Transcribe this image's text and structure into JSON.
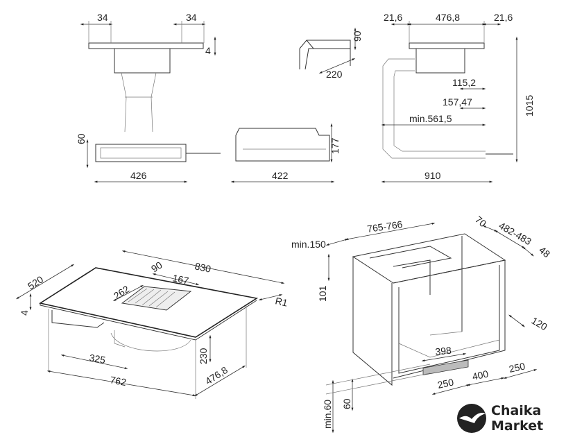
{
  "drawing": {
    "top_left": {
      "w_left": "34",
      "w_right": "34",
      "thickness": "4",
      "base_h": "60",
      "base_w": "426"
    },
    "top_middle": {
      "duct_h": "90",
      "duct_w": "220",
      "box_w": "422",
      "box_h": "177"
    },
    "top_right": {
      "side_left": "21,6",
      "width": "476,8",
      "side_right": "21,6",
      "d1": "115,2",
      "d2": "157,47",
      "d3": "min.561,5",
      "height": "1015",
      "depth": "910"
    },
    "hob": {
      "length": "830",
      "depth": "520",
      "vent_offset": "90",
      "vent_depth": "262",
      "vent_width": "167",
      "radius": "R1",
      "thickness": "4",
      "offset": "325",
      "under_h": "230",
      "body_w": "762",
      "body_d": "476,8"
    },
    "cabinet": {
      "min_front": "min.150",
      "cutout_w": "765-766",
      "back_gap": "70",
      "cutout_d": "482-483",
      "rear": "48",
      "front_h": "101",
      "rear_gap": "120",
      "vent_w": "398",
      "left": "250",
      "middle": "400",
      "right": "250",
      "min_plinth": "min.60",
      "plinth": "60"
    }
  },
  "logo": {
    "line1": "Chaika",
    "line2": "Market"
  }
}
